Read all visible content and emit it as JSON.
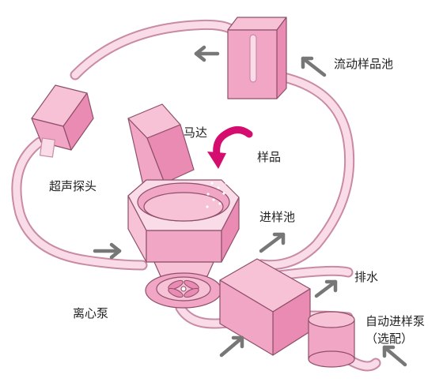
{
  "labels": {
    "flow_pool": "流动样品池",
    "motor": "马达",
    "sample": "样品",
    "ultrasonic_probe": "超声探头",
    "inlet_pool": "进样池",
    "drain": "排水",
    "centrifugal_pump": "离心泵",
    "autosampler_line1": "自动进样泵",
    "autosampler_line2": "（选配）"
  },
  "colors": {
    "tube_fill": "#f9dce7",
    "tube_edge": "#c98aa4",
    "box_light": "#f7c1d6",
    "box_mid": "#f2a6c5",
    "box_dark": "#e98bb2",
    "arrow_gray": "#777777",
    "sample_arrow": "#d40d6e",
    "outline": "#8f4f6a"
  },
  "icons": [
    "gray-flow-arrow",
    "magenta-curved-arrow",
    "fan-impeller-icon",
    "sample-dots"
  ]
}
